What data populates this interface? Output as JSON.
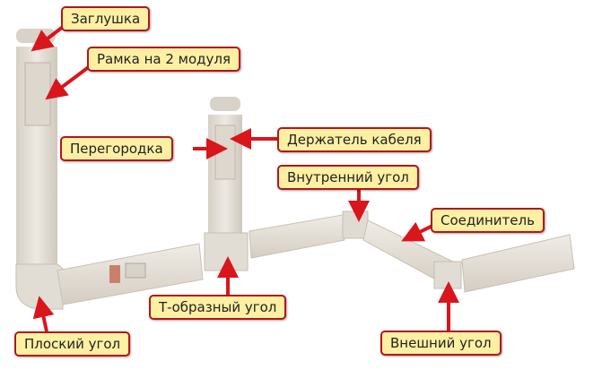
{
  "labels": {
    "cap": "Заглушка",
    "frame": "Рамка на 2 модуля",
    "divider": "Перегородка",
    "cable_holder": "Держатель кабеля",
    "inner_corner": "Внутренний угол",
    "connector": "Соединитель",
    "t_corner": "Т-образный угол",
    "flat_corner": "Плоский угол",
    "outer_corner": "Внешний угол"
  },
  "colors": {
    "label_fill": "#fdf0a3",
    "label_border": "#b3161b",
    "arrow": "#d9161b",
    "channel": "#e6e1d8"
  }
}
